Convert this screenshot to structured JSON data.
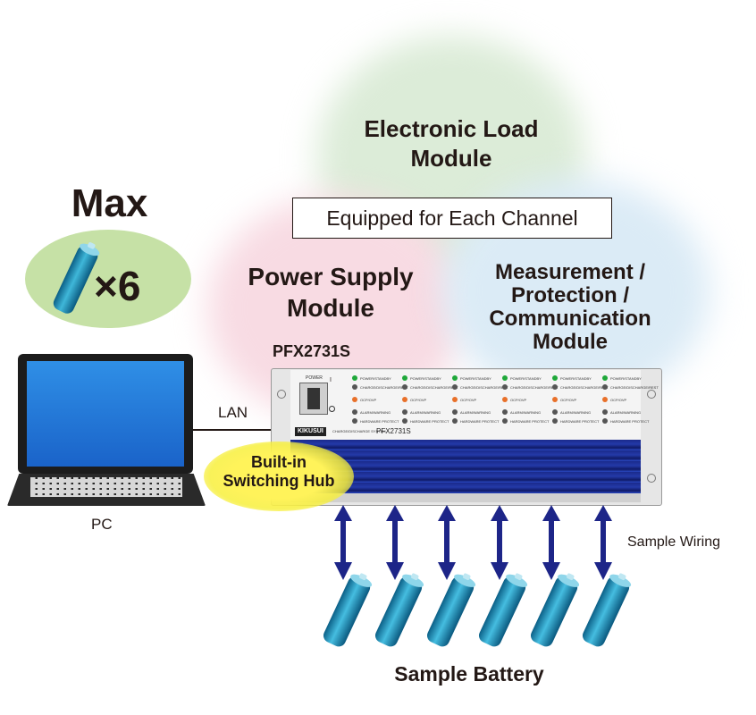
{
  "labels": {
    "max": "Max",
    "times6": "×6",
    "electronic_load": "Electronic Load\nModule",
    "equipped": "Equipped for Each Channel",
    "power_supply": "Power Supply\nModule",
    "measurement": "Measurement /\nProtection /\nCommunication\nModule",
    "model": "PFX2731S",
    "lan": "LAN",
    "hub": "Built-in\nSwitching Hub",
    "pc": "PC",
    "sample_wiring": "Sample Wiring",
    "sample_battery": "Sample Battery"
  },
  "panel": {
    "power_label": "POWER",
    "brand": "KIKUSUI",
    "small_text": "CHARGE/DISCHARGE SYSTEM",
    "model_small": "PFX2731S",
    "channel_leds": [
      "POWER/STANDBY",
      "CHARGE/DISCHARGE/REST",
      "OCP/OVP",
      "ALARM/WARNING",
      "HARDWARE PROTECT"
    ]
  },
  "colors": {
    "green_blob": "#d8ebd3",
    "pink_blob": "#f7d6e0",
    "blue_blob": "#d6e9f5",
    "max_circle": "#c9e2a8",
    "hub_yellow": "#f7ef3c",
    "arrow": "#1d2a8a",
    "battery": "#1e8fb3"
  }
}
